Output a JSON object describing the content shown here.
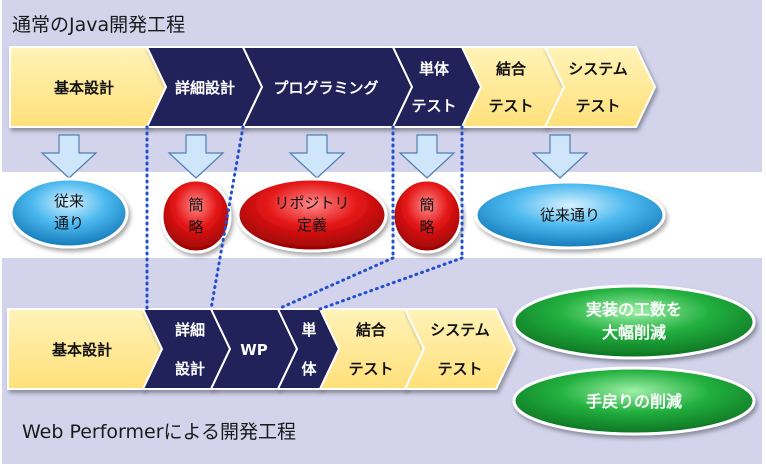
{
  "top_title": "通常のJava開発工程",
  "bottom_title": "Web Performerによる開発工程",
  "java_process": [
    {
      "lines": [
        "基本設計"
      ]
    },
    {
      "lines": [
        "詳細設計"
      ]
    },
    {
      "lines": [
        "プログラミング"
      ]
    },
    {
      "lines": [
        "単体",
        "テスト"
      ]
    },
    {
      "lines": [
        "結合",
        "テスト"
      ]
    },
    {
      "lines": [
        "システム",
        "テスト"
      ]
    }
  ],
  "effects": [
    {
      "lines": [
        "従来",
        "通り"
      ]
    },
    {
      "lines": [
        "簡",
        "略"
      ]
    },
    {
      "lines": [
        "リポジトリ",
        "定義"
      ]
    },
    {
      "lines": [
        "簡",
        "略"
      ]
    },
    {
      "lines": [
        "従来通り"
      ]
    }
  ],
  "wp_process": [
    {
      "lines": [
        "基本設計"
      ]
    },
    {
      "lines": [
        "詳細",
        "設計"
      ]
    },
    {
      "lines": [
        "WP"
      ]
    },
    {
      "lines": [
        "単",
        "体"
      ]
    },
    {
      "lines": [
        "結合",
        "テスト"
      ]
    },
    {
      "lines": [
        "システム",
        "テスト"
      ]
    }
  ],
  "benefits": [
    {
      "lines": [
        "実装の工数を",
        "大幅削減"
      ]
    },
    {
      "lines": [
        "手戻りの削減"
      ]
    }
  ],
  "colors": {
    "band": "#d3d3ec",
    "chevron_light": "#ffe88a",
    "chevron_dark": "#20205a",
    "arrow_fill": "#cfe6fa",
    "arrow_stroke": "#4f7fb0",
    "oval_blue": "#1e9fdb",
    "oval_red": "#e01010",
    "oval_green": "#19a639",
    "connector": "#2050d0"
  }
}
